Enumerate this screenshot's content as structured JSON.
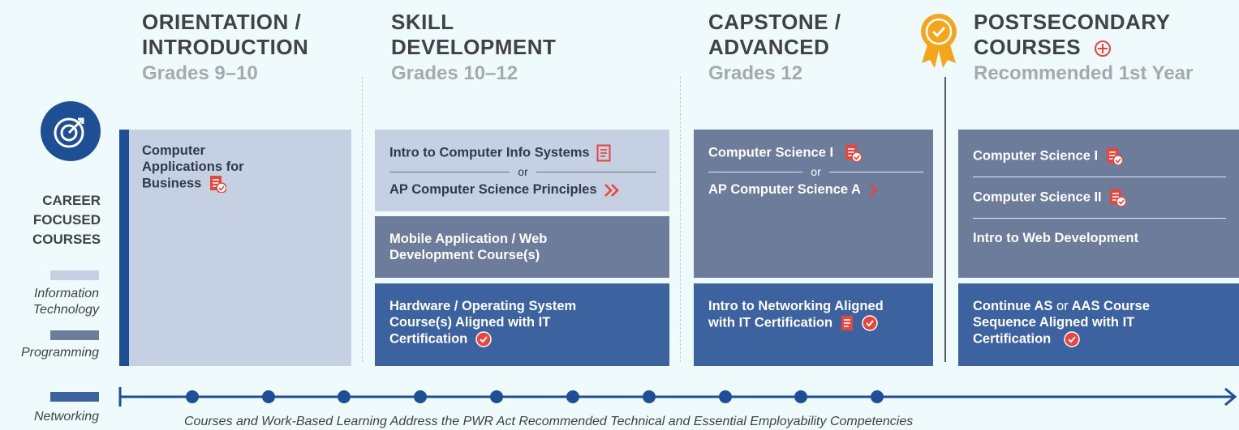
{
  "stages": [
    {
      "title_line1": "ORIENTATION /",
      "title_line2": "INTRODUCTION",
      "grades": "Grades 9–10"
    },
    {
      "title_line1": "SKILL",
      "title_line2": "DEVELOPMENT",
      "grades": "Grades 10–12"
    },
    {
      "title_line1": "CAPSTONE /",
      "title_line2": "ADVANCED",
      "grades": "Grades 12"
    },
    {
      "title_line1": "POSTSECONDARY",
      "title_line2": "COURSES",
      "grades": "Recommended 1st Year"
    }
  ],
  "sidebar": {
    "line1": "CAREER",
    "line2": "FOCUSED",
    "line3": "COURSES"
  },
  "legend": [
    {
      "line1": "Information",
      "line2": "Technology",
      "color": "#c5d0e2"
    },
    {
      "line1": "Programming",
      "line2": "",
      "color": "#6e7c9b"
    },
    {
      "line1": "Networking",
      "line2": "",
      "color": "#3d62a0"
    }
  ],
  "orientation": {
    "line1": "Computer",
    "line2": "Applications for",
    "line3": "Business"
  },
  "skill": {
    "it_a": "Intro to Computer Info Systems",
    "or": "or",
    "it_b": "AP Computer Science Principles",
    "prog_line1": "Mobile Application / Web",
    "prog_line2": "Development Course(s)",
    "net_line1": "Hardware / Operating System",
    "net_line2": "Course(s) Aligned with IT",
    "net_line3": "Certification"
  },
  "capstone": {
    "prog_a": "Computer Science I",
    "or": "or",
    "prog_b": "AP Computer Science A",
    "net_line1": "Intro to Networking Aligned",
    "net_line2": "with IT Certification"
  },
  "post": {
    "prog_a": "Computer Science I",
    "prog_b": "Computer Science II",
    "prog_c": "Intro to Web Development",
    "net_p1": "Continue AS",
    "net_or": "or",
    "net_p2": "AAS Course",
    "net_line2": "Sequence Aligned with IT",
    "net_line3": "Certification"
  },
  "caption": "Courses and Work-Based Learning Address the PWR Act Recommended Technical and Essential Employability Competencies",
  "colors": {
    "accent_red": "#e8453c",
    "timeline": "#1e4f95"
  }
}
